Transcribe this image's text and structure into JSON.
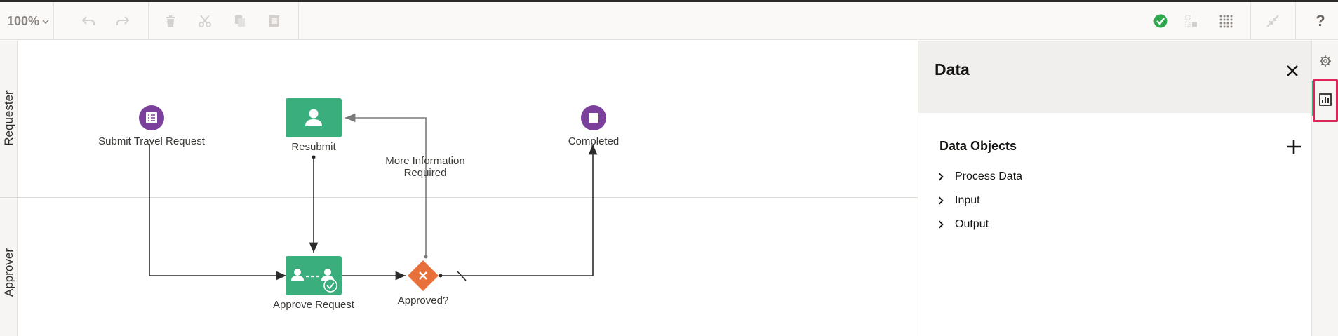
{
  "toolbar": {
    "zoom_label": "100%",
    "icons": [
      "undo-icon",
      "redo-icon",
      "delete-icon",
      "cut-icon",
      "copy-icon",
      "paste-icon",
      "validation-ok-icon",
      "layout-icon",
      "grid-icon",
      "collapse-icon",
      "help-icon"
    ],
    "help_label": "?"
  },
  "canvas": {
    "lanes": [
      {
        "label": "Requester"
      },
      {
        "label": "Approver"
      }
    ],
    "nodes": {
      "start": {
        "label": "Submit Travel Request",
        "icon": "form-icon",
        "color": "#7b3f9c"
      },
      "resubmit": {
        "label": "Resubmit",
        "icon": "user-task-icon",
        "color": "#3bae7e"
      },
      "completed": {
        "label": "Completed",
        "icon": "end-icon",
        "color": "#7b3f9c"
      },
      "approve": {
        "label": "Approve Request",
        "icon": "approval-task-icon",
        "color": "#3bae7e"
      },
      "gateway": {
        "label": "Approved?",
        "icon": "exclusive-gateway-icon",
        "color": "#e8703a"
      }
    },
    "edges": {
      "more_info": "More Information Required"
    }
  },
  "panel": {
    "title": "Data",
    "section_title": "Data Objects",
    "items": [
      {
        "label": "Process Data"
      },
      {
        "label": "Input"
      },
      {
        "label": "Output"
      }
    ]
  },
  "rightbar": {
    "icons": [
      "settings-icon",
      "data-icon"
    ],
    "active": "data-icon",
    "highlight_color": "#e0245a"
  }
}
